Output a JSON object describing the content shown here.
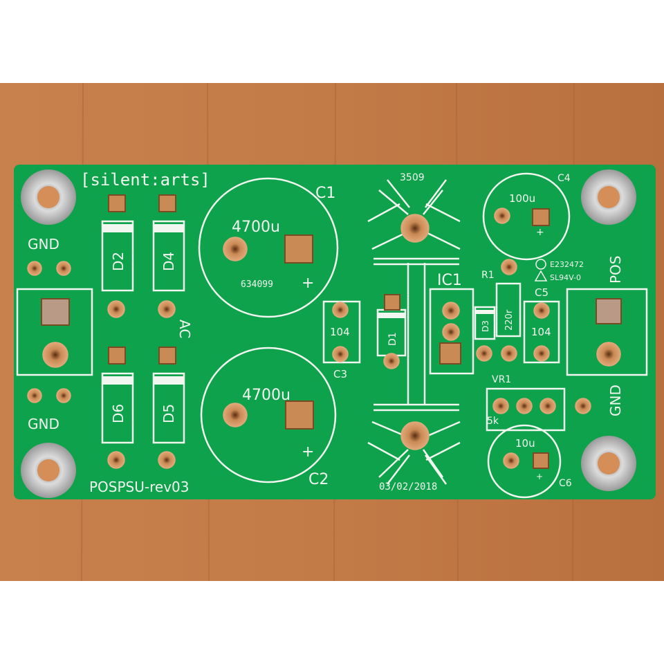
{
  "board": {
    "brand": "[silent:arts]",
    "name": "POSPSU-rev03",
    "date": "03/02/2018",
    "code": "3509",
    "ul_mark": "E232472",
    "rating": "SL94V-0",
    "cap_code": "634099"
  },
  "labels": {
    "gnd_left_top": "GND",
    "gnd_left_bottom": "GND",
    "ac": "AC",
    "pos": "POS",
    "gnd_right": "GND",
    "c1": "C1",
    "c2": "C2",
    "c3": "C3",
    "c4": "C4",
    "c5": "C5",
    "c6": "C6",
    "ic1": "IC1",
    "r1": "R1",
    "vr1": "VR1",
    "d1": "D1",
    "d2": "D2",
    "d3": "D3",
    "d4": "D4",
    "d5": "D5",
    "d6": "D6"
  },
  "values": {
    "c1": "4700u",
    "c2": "4700u",
    "c3": "104",
    "c4": "100u",
    "c5": "104",
    "c6": "10u",
    "r1": "220r",
    "vr1": "5k",
    "plus": "+"
  },
  "colors": {
    "board": "#0fa24c",
    "silkscreen": "#f2f6f0",
    "copper": "#c98a55",
    "wood": "#c27a47"
  }
}
